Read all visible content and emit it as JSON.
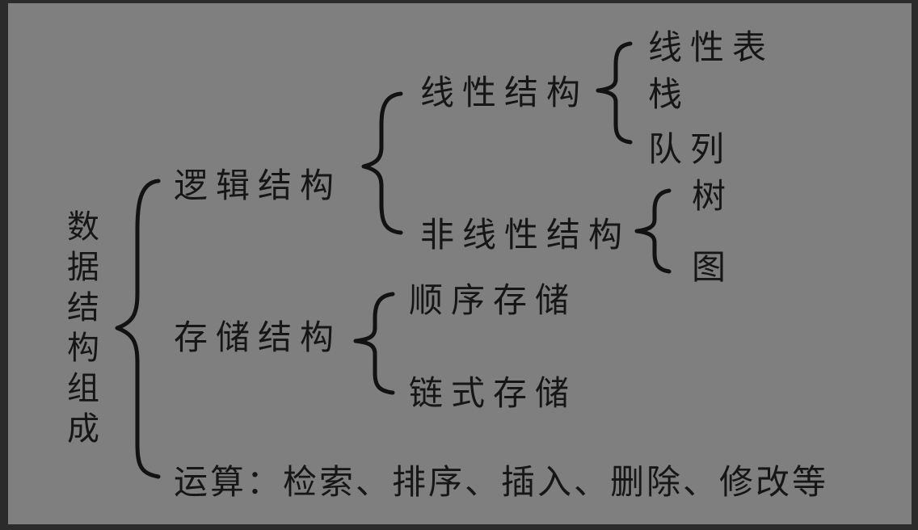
{
  "root": "数据结构组成",
  "logical": {
    "label": "逻辑结构",
    "linear": {
      "label": "线性结构",
      "items": [
        "线性表",
        "栈",
        "队列"
      ]
    },
    "nonlinear": {
      "label": "非线性结构",
      "items": [
        "树",
        "图"
      ]
    }
  },
  "storage": {
    "label": "存储结构",
    "items": [
      "顺序存储",
      "链式存储"
    ]
  },
  "operations": "运算：检索、排序、插入、删除、修改等"
}
